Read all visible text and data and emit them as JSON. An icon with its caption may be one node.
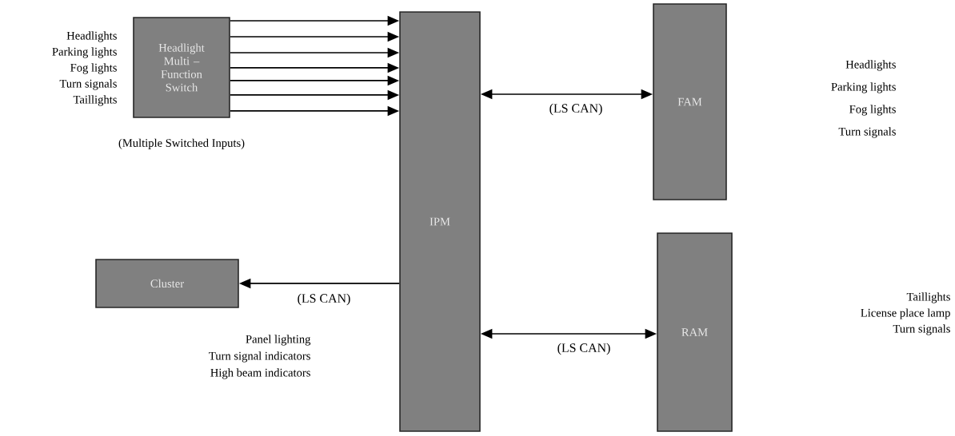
{
  "diagram": {
    "nodes": [
      {
        "text": [
          "Headlight Multi – Function Switch"
        ],
        "beside": [
          "(Multiple Switched Inputs)"
        ]
      },
      {
        "text": [
          "IPM"
        ]
      },
      {
        "text": [
          "FAM"
        ]
      },
      {
        "text": [
          "RAM"
        ]
      },
      {
        "text": [
          "Cluster"
        ]
      }
    ],
    "edges": [
      {
        "from": 0,
        "to": 1,
        "arrow": "to"
      },
      {
        "from": 0,
        "to": 1,
        "arrow": "to"
      },
      {
        "from": 0,
        "to": 1,
        "arrow": "to"
      },
      {
        "from": 0,
        "to": 1,
        "arrow": "to"
      },
      {
        "from": 0,
        "to": 1,
        "arrow": "to"
      },
      {
        "from": 0,
        "to": 1,
        "arrow": "to"
      },
      {
        "from": 0,
        "to": 1,
        "arrow": "to"
      },
      {
        "from": 1,
        "to": 2,
        "arrow": "both",
        "label": "(LS CAN)"
      },
      {
        "from": 1,
        "to": 4,
        "arrow": "to",
        "label": "(LS CAN)"
      },
      {
        "from": 1,
        "to": 3,
        "arrow": "both",
        "label": "(LS CAN)"
      }
    ],
    "labels": [
      "Headlights",
      "Parking lights",
      "Fog lights",
      "Turn signals",
      "Taillights",
      "Headlights",
      "Parking lights",
      "Fog lights",
      "Turn signals",
      "Taillights",
      "License place lamp",
      "Turn signals",
      "Panel lighting",
      "Turn signal indicators",
      "High beam indicators"
    ]
  }
}
